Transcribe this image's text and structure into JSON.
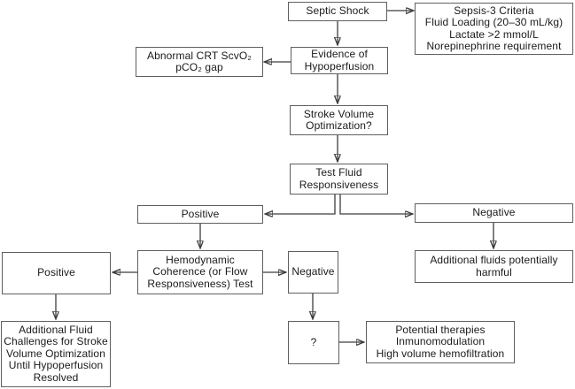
{
  "figure": {
    "type": "flowchart",
    "background": "#ffffff",
    "colors": {
      "box_border": "#5f5f5f",
      "text": "#1a1a1a",
      "line": "#3d3d3d",
      "arrowhead": "#111111"
    },
    "nodes": {
      "septic_shock": {
        "label": "Septic Shock"
      },
      "sepsis3_criteria": {
        "label": "Sepsis-3 Criteria\nFluid Loading (20–30 mL/kg)\nLactate >2 mmol/L\nNorepinephrine requirement"
      },
      "abnormal_crt": {
        "label": "Abnormal CRT ScvO₂\npCO₂ gap"
      },
      "evidence_hypoperfusion": {
        "label": "Evidence of\nHypoperfusion"
      },
      "stroke_volume_optimization": {
        "label": "Stroke Volume\nOptimization?"
      },
      "test_fluid_responsiveness": {
        "label": "Test Fluid\nResponsiveness"
      },
      "fluid_positive": {
        "label": "Positive"
      },
      "fluid_negative": {
        "label": "Negative"
      },
      "additional_fluids_harmful": {
        "label": "Additional fluids potentially\nharmful"
      },
      "hemodynamic_coherence": {
        "label": "Hemodynamic\nCoherence (or Flow\nResponsiveness) Test"
      },
      "coherence_positive": {
        "label": "Positive"
      },
      "coherence_negative": {
        "label": "Negative"
      },
      "additional_fluid_challenges": {
        "label": "Additional Fluid\nChallenges for Stroke\nVolume Optimization\nUntil Hypoperfusion\nResolved"
      },
      "question": {
        "label": "?"
      },
      "potential_therapies": {
        "label": "Potential therapies\nInmunomodulation\nHigh volume hemofiltration"
      }
    },
    "edges": [
      {
        "from": "septic_shock",
        "to": "sepsis3_criteria"
      },
      {
        "from": "septic_shock",
        "to": "evidence_hypoperfusion"
      },
      {
        "from": "evidence_hypoperfusion",
        "to": "abnormal_crt"
      },
      {
        "from": "evidence_hypoperfusion",
        "to": "stroke_volume_optimization"
      },
      {
        "from": "stroke_volume_optimization",
        "to": "test_fluid_responsiveness"
      },
      {
        "from": "test_fluid_responsiveness",
        "to": "fluid_positive"
      },
      {
        "from": "test_fluid_responsiveness",
        "to": "fluid_negative"
      },
      {
        "from": "fluid_positive",
        "to": "hemodynamic_coherence"
      },
      {
        "from": "fluid_negative",
        "to": "additional_fluids_harmful"
      },
      {
        "from": "hemodynamic_coherence",
        "to": "coherence_positive"
      },
      {
        "from": "hemodynamic_coherence",
        "to": "coherence_negative"
      },
      {
        "from": "coherence_positive",
        "to": "additional_fluid_challenges"
      },
      {
        "from": "coherence_negative",
        "to": "question"
      },
      {
        "from": "question",
        "to": "potential_therapies"
      }
    ]
  }
}
